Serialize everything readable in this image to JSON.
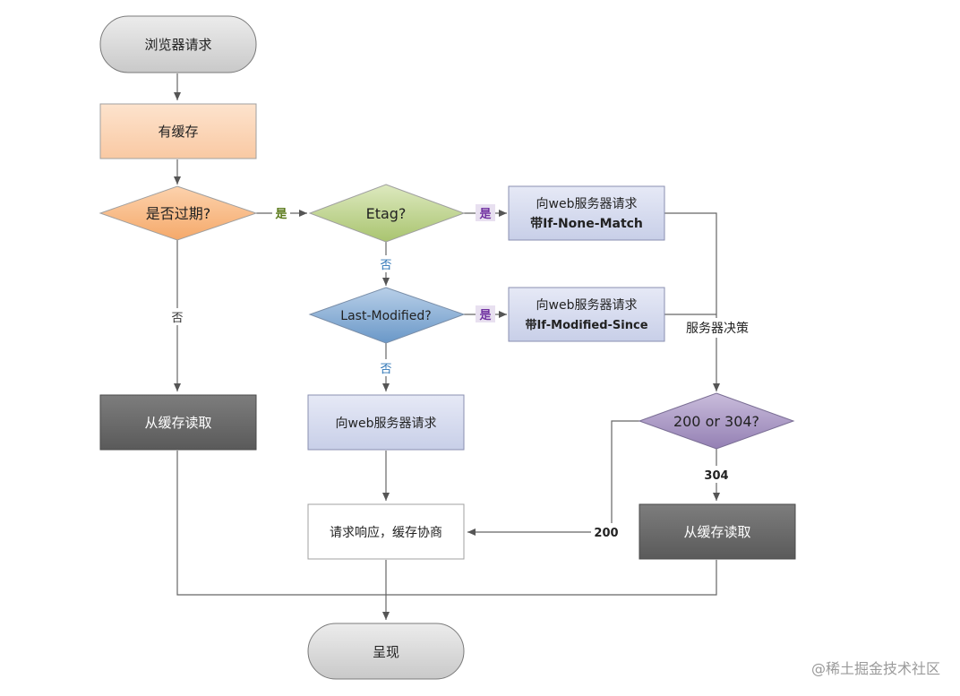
{
  "nodes": {
    "browser_request": "浏览器请求",
    "has_cache": "有缓存",
    "is_expired": "是否过期?",
    "etag_check": "Etag?",
    "request_if_none_match_line1": "向web服务器请求",
    "request_if_none_match_line2": "带If-None-Match",
    "last_modified_check": "Last-Modified?",
    "request_if_modified_since_line1": "向web服务器请求",
    "request_if_modified_since_line2": "带If-Modified-Since",
    "read_from_cache_left": "从缓存读取",
    "request_web_server": "向web服务器请求",
    "status_check": "200 or 304?",
    "response_negotiate": "请求响应，缓存协商",
    "read_from_cache_right": "从缓存读取",
    "present": "呈现"
  },
  "edge_labels": {
    "expired_yes": "是",
    "expired_no": "否",
    "etag_yes": "是",
    "etag_no": "否",
    "lastmod_yes": "是",
    "lastmod_no": "否",
    "server_decision": "服务器决策",
    "code_304": "304",
    "code_200": "200"
  },
  "watermark": "@稀土掘金技术社区",
  "colors": {
    "terminal_fill": "#d9d9d9",
    "cache_fill": "#fbd5b5",
    "expired_fill": "#f9be8f",
    "etag_fill": "#c5d99b",
    "lastmod_fill": "#8fb4d9",
    "request_fill": "#d8dcef",
    "dark_fill": "#6e6e6e",
    "status_fill": "#b3a2c7",
    "white_fill": "#ffffff",
    "arrow": "#555555",
    "yes_green": "#5a7a1a",
    "yes_purple": "#7030a0",
    "no_blue": "#2e75b6"
  }
}
